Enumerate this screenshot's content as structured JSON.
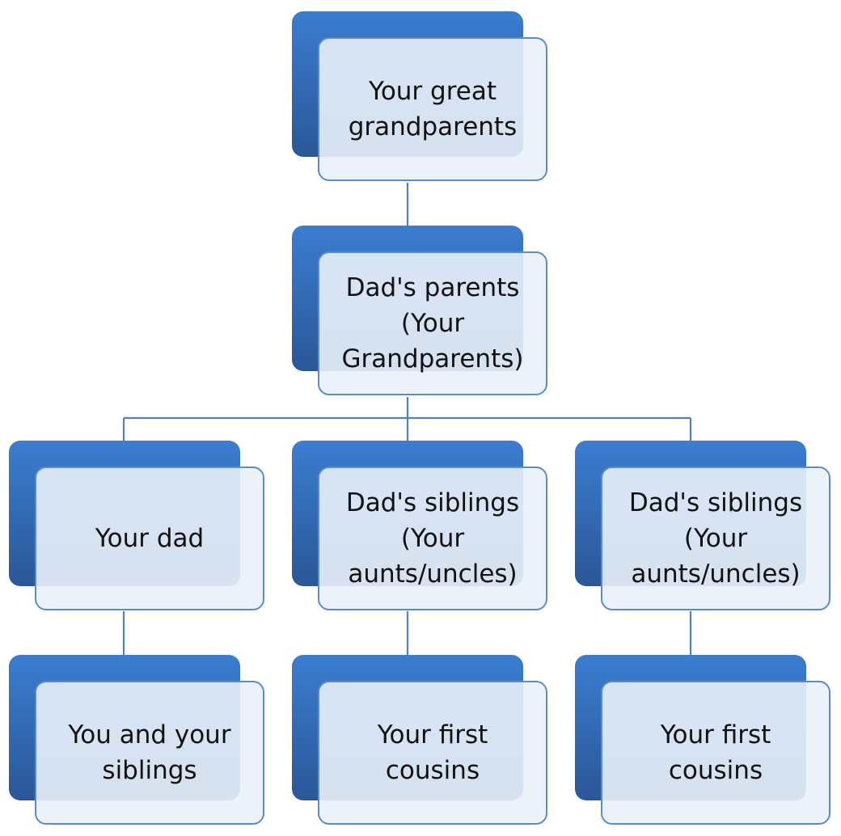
{
  "diagram": {
    "nodes": {
      "great_grandparents": {
        "label": "Your great\ngrandparents"
      },
      "dads_parents": {
        "label": "Dad's parents\n(Your\nGrandparents)"
      },
      "your_dad": {
        "label": "Your dad"
      },
      "dads_siblings_1": {
        "label": "Dad's siblings\n(Your\naunts/uncles)"
      },
      "dads_siblings_2": {
        "label": "Dad's siblings\n(Your\naunts/uncles)"
      },
      "you_and_siblings": {
        "label": "You and your\nsiblings"
      },
      "first_cousins_1": {
        "label": "Your first\ncousins"
      },
      "first_cousins_2": {
        "label": "Your first\ncousins"
      }
    },
    "colors": {
      "back_top": "#3b7dd0",
      "back_bottom": "#2a5797",
      "front_fill": "#eaf1f9",
      "front_border": "#5b8cc9",
      "connector": "#4f81bd"
    }
  }
}
